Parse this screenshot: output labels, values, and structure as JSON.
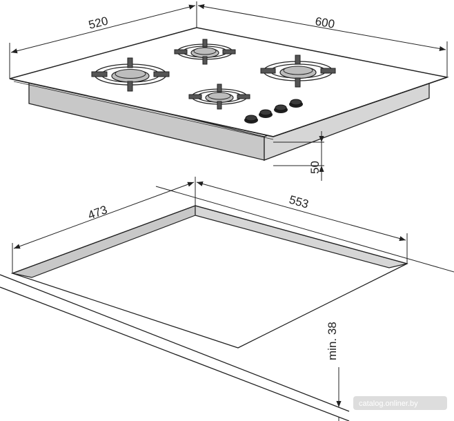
{
  "hob": {
    "width_label": "600",
    "depth_label": "520",
    "height_label": "50"
  },
  "cutout": {
    "width_label": "553",
    "depth_label": "473",
    "min_thickness_label": "min. 38"
  },
  "watermark": "catalog.onliner.by",
  "colors": {
    "line": "#222222",
    "side": "#c8c8c8",
    "cap": "#bdbdbd",
    "knob": "#1e1e1e",
    "watermark_bg": "#d9d9d9"
  }
}
